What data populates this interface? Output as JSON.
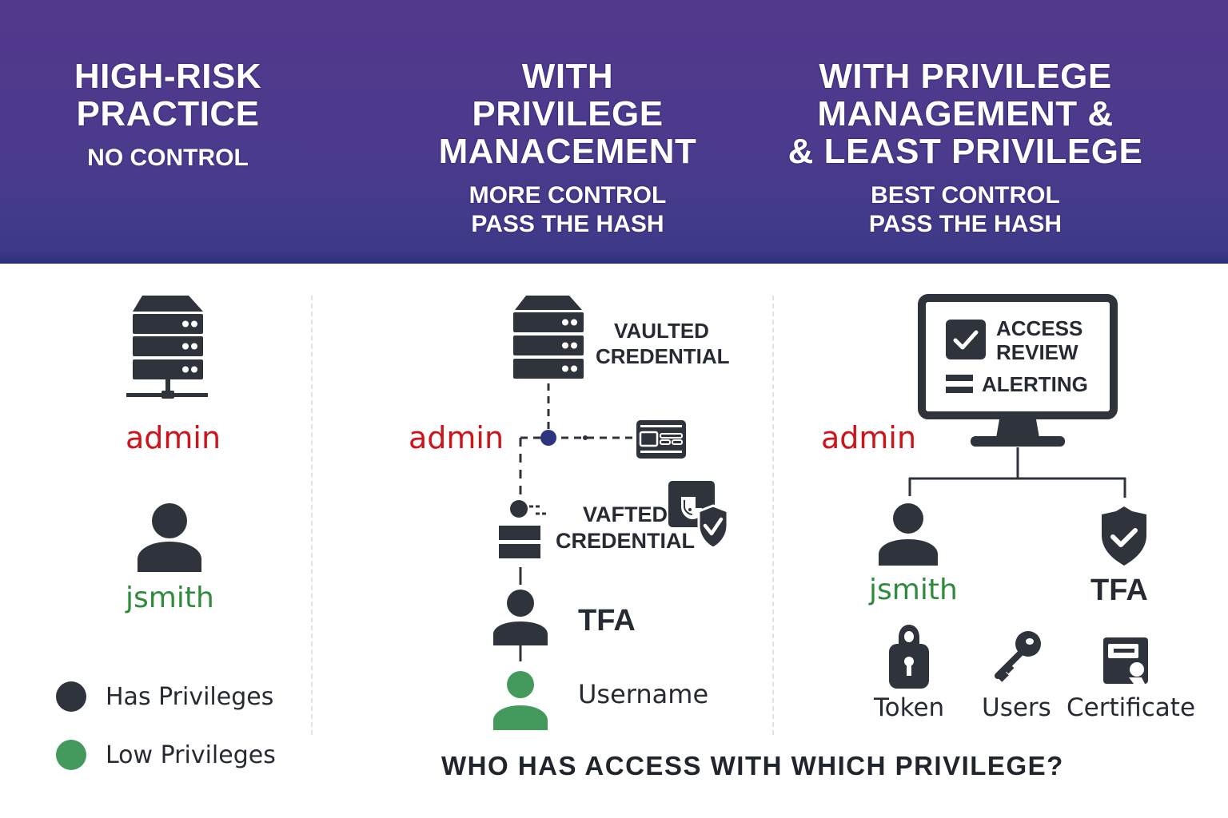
{
  "colors": {
    "header_bg": "#4f3a8c",
    "admin": "#d0121b",
    "jsmith": "#2e8b3b",
    "icon_dark": "#2f333c",
    "low_privilege_green": "#449a5c",
    "node_blue": "#2d3580"
  },
  "header": {
    "columns": [
      {
        "title_lines": [
          "HIGH-RISK",
          "PRACTICE"
        ],
        "subtitle_lines": [
          "NO CONTROL"
        ]
      },
      {
        "title_lines": [
          "WITH",
          "PRIVILEGE",
          "MANACEMENT"
        ],
        "subtitle_lines": [
          "MORE CONTROL",
          "PASS THE HASH"
        ]
      },
      {
        "title_lines": [
          "WITH PRIVILEGE",
          "MANAGEMENT &",
          "& LEAST PRIVILEGE"
        ],
        "subtitle_lines": [
          "BEST CONTROL",
          "PASS THE HASH"
        ]
      }
    ]
  },
  "col1": {
    "server_icon": "server-network-icon",
    "admin_label": "admin",
    "user_icon": "user-icon",
    "jsmith_label": "jsmith",
    "legend": [
      {
        "label": "Has Privileges",
        "color": "#2f333c"
      },
      {
        "label": "Low Privileges",
        "color": "#449a5c"
      }
    ]
  },
  "col2": {
    "server_icon": "server-icon",
    "vaulted_lines": [
      "VAULTED",
      "CREDENTIAL"
    ],
    "admin_label": "admin",
    "card_icon": "credential-card-icon",
    "vafted_lines": [
      "VAFTED",
      "CREDENTIAL"
    ],
    "vault_shield_icon": "vault-shield-icon",
    "tfa_label": "TFA",
    "username_label": "Username"
  },
  "col3": {
    "monitor": {
      "access_review_lines": [
        "ACCESS",
        "REVIEW"
      ],
      "alerting_label": "ALERTING"
    },
    "admin_label": "admin",
    "jsmith_label": "jsmith",
    "tfa_label": "TFA",
    "bottom_items": [
      {
        "icon": "lock-icon",
        "label": "Token"
      },
      {
        "icon": "key-icon",
        "label": "Users"
      },
      {
        "icon": "certificate-icon",
        "label": "Certificate"
      }
    ]
  },
  "footer": {
    "question": "WHO HAS ACCESS WITH WHICH PRIVILEGE?"
  }
}
